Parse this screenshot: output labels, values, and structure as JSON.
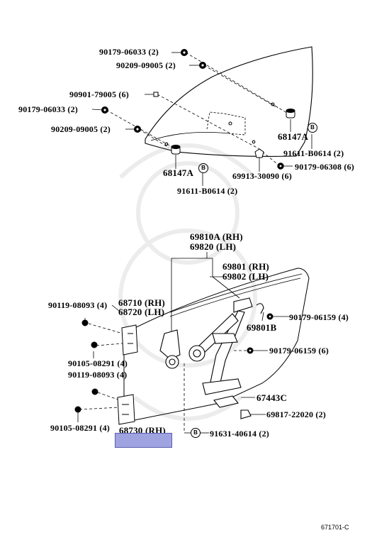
{
  "labels": {
    "l1": "90179-06033 (2)",
    "l2": "90209-09005 (2)",
    "l3": "90901-79005 (6)",
    "l4": "90179-06033 (2)",
    "l5": "90209-09005 (2)",
    "l6": "68147A",
    "l7": "91611-B0614 (2)",
    "l8": "90179-06308 (6)",
    "l9": "68147A",
    "l10": "69913-30090 (6)",
    "l11": "91611-B0614 (2)",
    "l12": "69810A (RH)",
    "l13": "69820 (LH)",
    "l14": "69801 (RH)",
    "l15": "69802 (LH)",
    "l16": "90119-08093 (4)",
    "l17": "68710 (RH)",
    "l18": "68720 (LH)",
    "l19": "90179-06159 (4)",
    "l20": "69801B",
    "l21": "90179-06159 (6)",
    "l22": "90105-08291 (4)",
    "l23": "90119-08093 (4)",
    "l24": "67443C",
    "l25": "69817-22020 (2)",
    "l26": "90105-08291 (4)",
    "l27": "68730 (RH)",
    "l28": "91631-40614 (2)"
  },
  "refs": {
    "b1": "B",
    "b2": "B",
    "b3": "B"
  },
  "diagram_code": "671701-C"
}
